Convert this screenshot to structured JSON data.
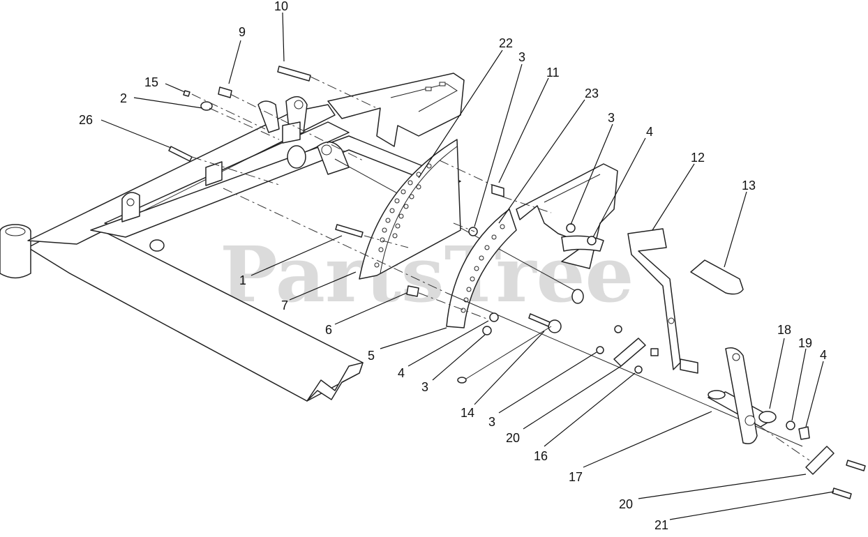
{
  "watermark": "PartsTree",
  "callouts": [
    {
      "id": "c10a",
      "text": "10"
    },
    {
      "id": "c9",
      "text": "9"
    },
    {
      "id": "c15",
      "text": "15"
    },
    {
      "id": "c2",
      "text": "2"
    },
    {
      "id": "c26",
      "text": "26"
    },
    {
      "id": "c22",
      "text": "22"
    },
    {
      "id": "c3a",
      "text": "3"
    },
    {
      "id": "c11",
      "text": "11"
    },
    {
      "id": "c23",
      "text": "23"
    },
    {
      "id": "c3b",
      "text": "3"
    },
    {
      "id": "c4a",
      "text": "4"
    },
    {
      "id": "c12",
      "text": "12"
    },
    {
      "id": "c13",
      "text": "13"
    },
    {
      "id": "c1",
      "text": "1"
    },
    {
      "id": "c7",
      "text": "7"
    },
    {
      "id": "c6",
      "text": "6"
    },
    {
      "id": "c5",
      "text": "5"
    },
    {
      "id": "c4b",
      "text": "4"
    },
    {
      "id": "c3c",
      "text": "3"
    },
    {
      "id": "c14",
      "text": "14"
    },
    {
      "id": "c3d",
      "text": "3"
    },
    {
      "id": "c20a",
      "text": "20"
    },
    {
      "id": "c16",
      "text": "16"
    },
    {
      "id": "c17",
      "text": "17"
    },
    {
      "id": "c18",
      "text": "18"
    },
    {
      "id": "c19",
      "text": "19"
    },
    {
      "id": "c4c",
      "text": "4"
    },
    {
      "id": "c20b",
      "text": "20"
    },
    {
      "id": "c21",
      "text": "21"
    }
  ]
}
